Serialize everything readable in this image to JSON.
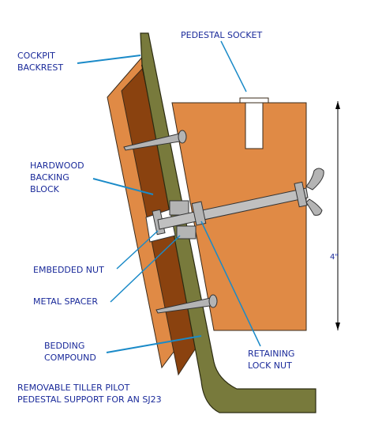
{
  "labels": {
    "pedestal_socket": "PEDESTAL SOCKET",
    "cockpit": "COCKPIT",
    "backrest": "BACKREST",
    "hardwood": "HARDWOOD",
    "backing": "BACKING",
    "block": "BLOCK",
    "embedded_nut": "EMBEDDED NUT",
    "metal_spacer": "METAL SPACER",
    "bedding": "BEDDING",
    "compound": "COMPOUND",
    "retaining": "RETAINING",
    "lock_nut": "LOCK NUT",
    "dimension": "4\""
  },
  "caption": {
    "line1": "REMOVABLE TILLER PILOT",
    "line2": "PEDESTAL SUPPORT FOR AN SJ23"
  },
  "colors": {
    "hardwood": "#e08a45",
    "dark_wood": "#8a420f",
    "backrest": "#787a3c",
    "bedding": "#000000",
    "metal": "#b4b4b4",
    "leader": "#1a8ac8",
    "text": "#1a2a9a"
  }
}
